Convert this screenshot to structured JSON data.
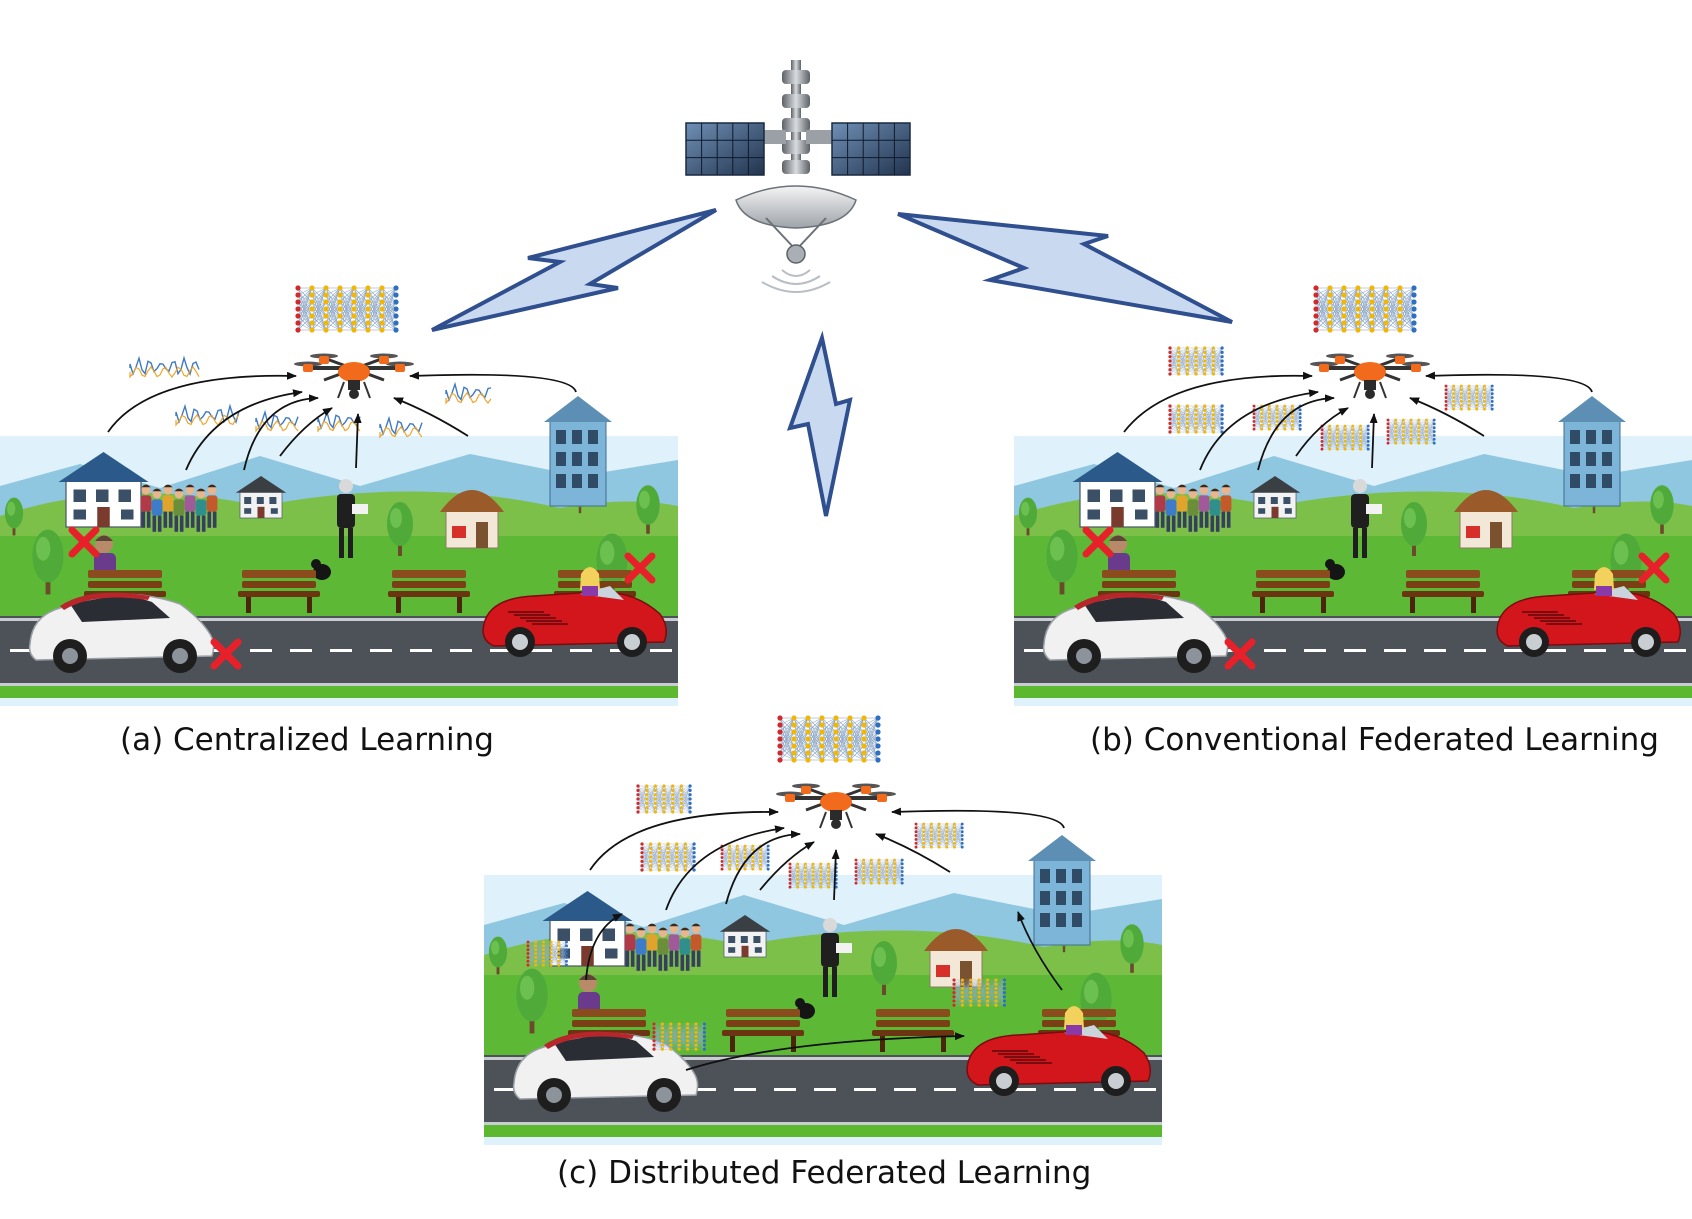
{
  "colors": {
    "sky": "#dff1fa",
    "mountain": "#8fc6e0",
    "hill": "#7cc04a",
    "grass": "#5db935",
    "road": "#4d5258",
    "road_line": "#ffffff",
    "drone": "#f26a1b",
    "lightning_fill": "#c9d9ef",
    "lightning_stroke": "#2f4f8f",
    "red_x": "#e8202a",
    "car_red": "#d3161b",
    "car_white": "#f1f1f1",
    "panel": "#2f4e73",
    "nn_red": "#d12a2a",
    "nn_yellow": "#f2b705",
    "nn_blue": "#2e6fc2"
  },
  "icons": [
    "satellite-icon",
    "lightning-icon",
    "drone-icon",
    "neural-network-icon",
    "signal-waves-icon",
    "house-icon",
    "people-icon",
    "person-icon",
    "car-icon",
    "bench-icon",
    "tree-icon",
    "red-x-icon",
    "dog-icon"
  ],
  "captions": {
    "a": "(a) Centralized Learning",
    "b": "(b) Conventional Federated Learning",
    "c": "(c) Distributed Federated Learning"
  }
}
